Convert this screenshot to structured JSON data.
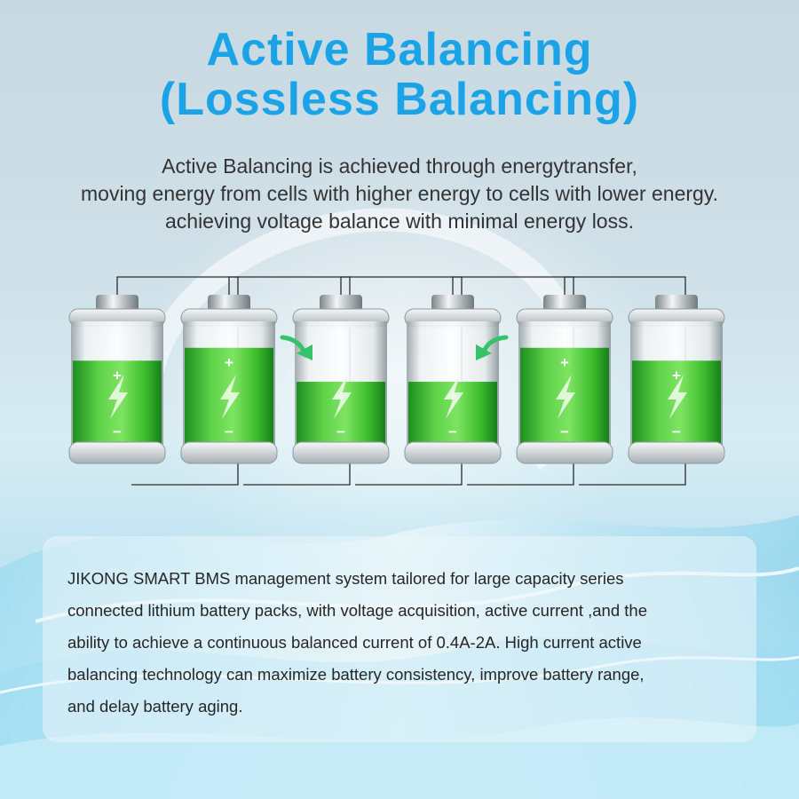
{
  "title": {
    "line1": "Active Balancing",
    "line2": "(Lossless Balancing)"
  },
  "intro": {
    "line1": "Active Balancing is achieved through energytransfer,",
    "line2": "moving energy from cells with higher energy to cells with lower energy.",
    "line3": "achieving voltage balance with minimal energy loss."
  },
  "batteries": [
    {
      "level": 0.71
    },
    {
      "level": 0.82
    },
    {
      "level": 0.53
    },
    {
      "level": 0.53
    },
    {
      "level": 0.82
    },
    {
      "level": 0.71
    }
  ],
  "battery_symbols": {
    "plus": "+",
    "minus": "−"
  },
  "description": {
    "line1": "JIKONG SMART BMS  management system tailored for large capacity series",
    "line2": "connected lithium battery packs, with voltage acquisition, active current ,and the",
    "line3": "ability to achieve a continuous balanced current of 0.4A-2A. High current active",
    "line4": "balancing technology can maximize battery consistency, improve battery range,",
    "line5": "and delay battery aging."
  },
  "colors": {
    "title": "#1aa3e6",
    "battery_green": "#3fbf2f",
    "arrow_green": "#35c26a"
  }
}
